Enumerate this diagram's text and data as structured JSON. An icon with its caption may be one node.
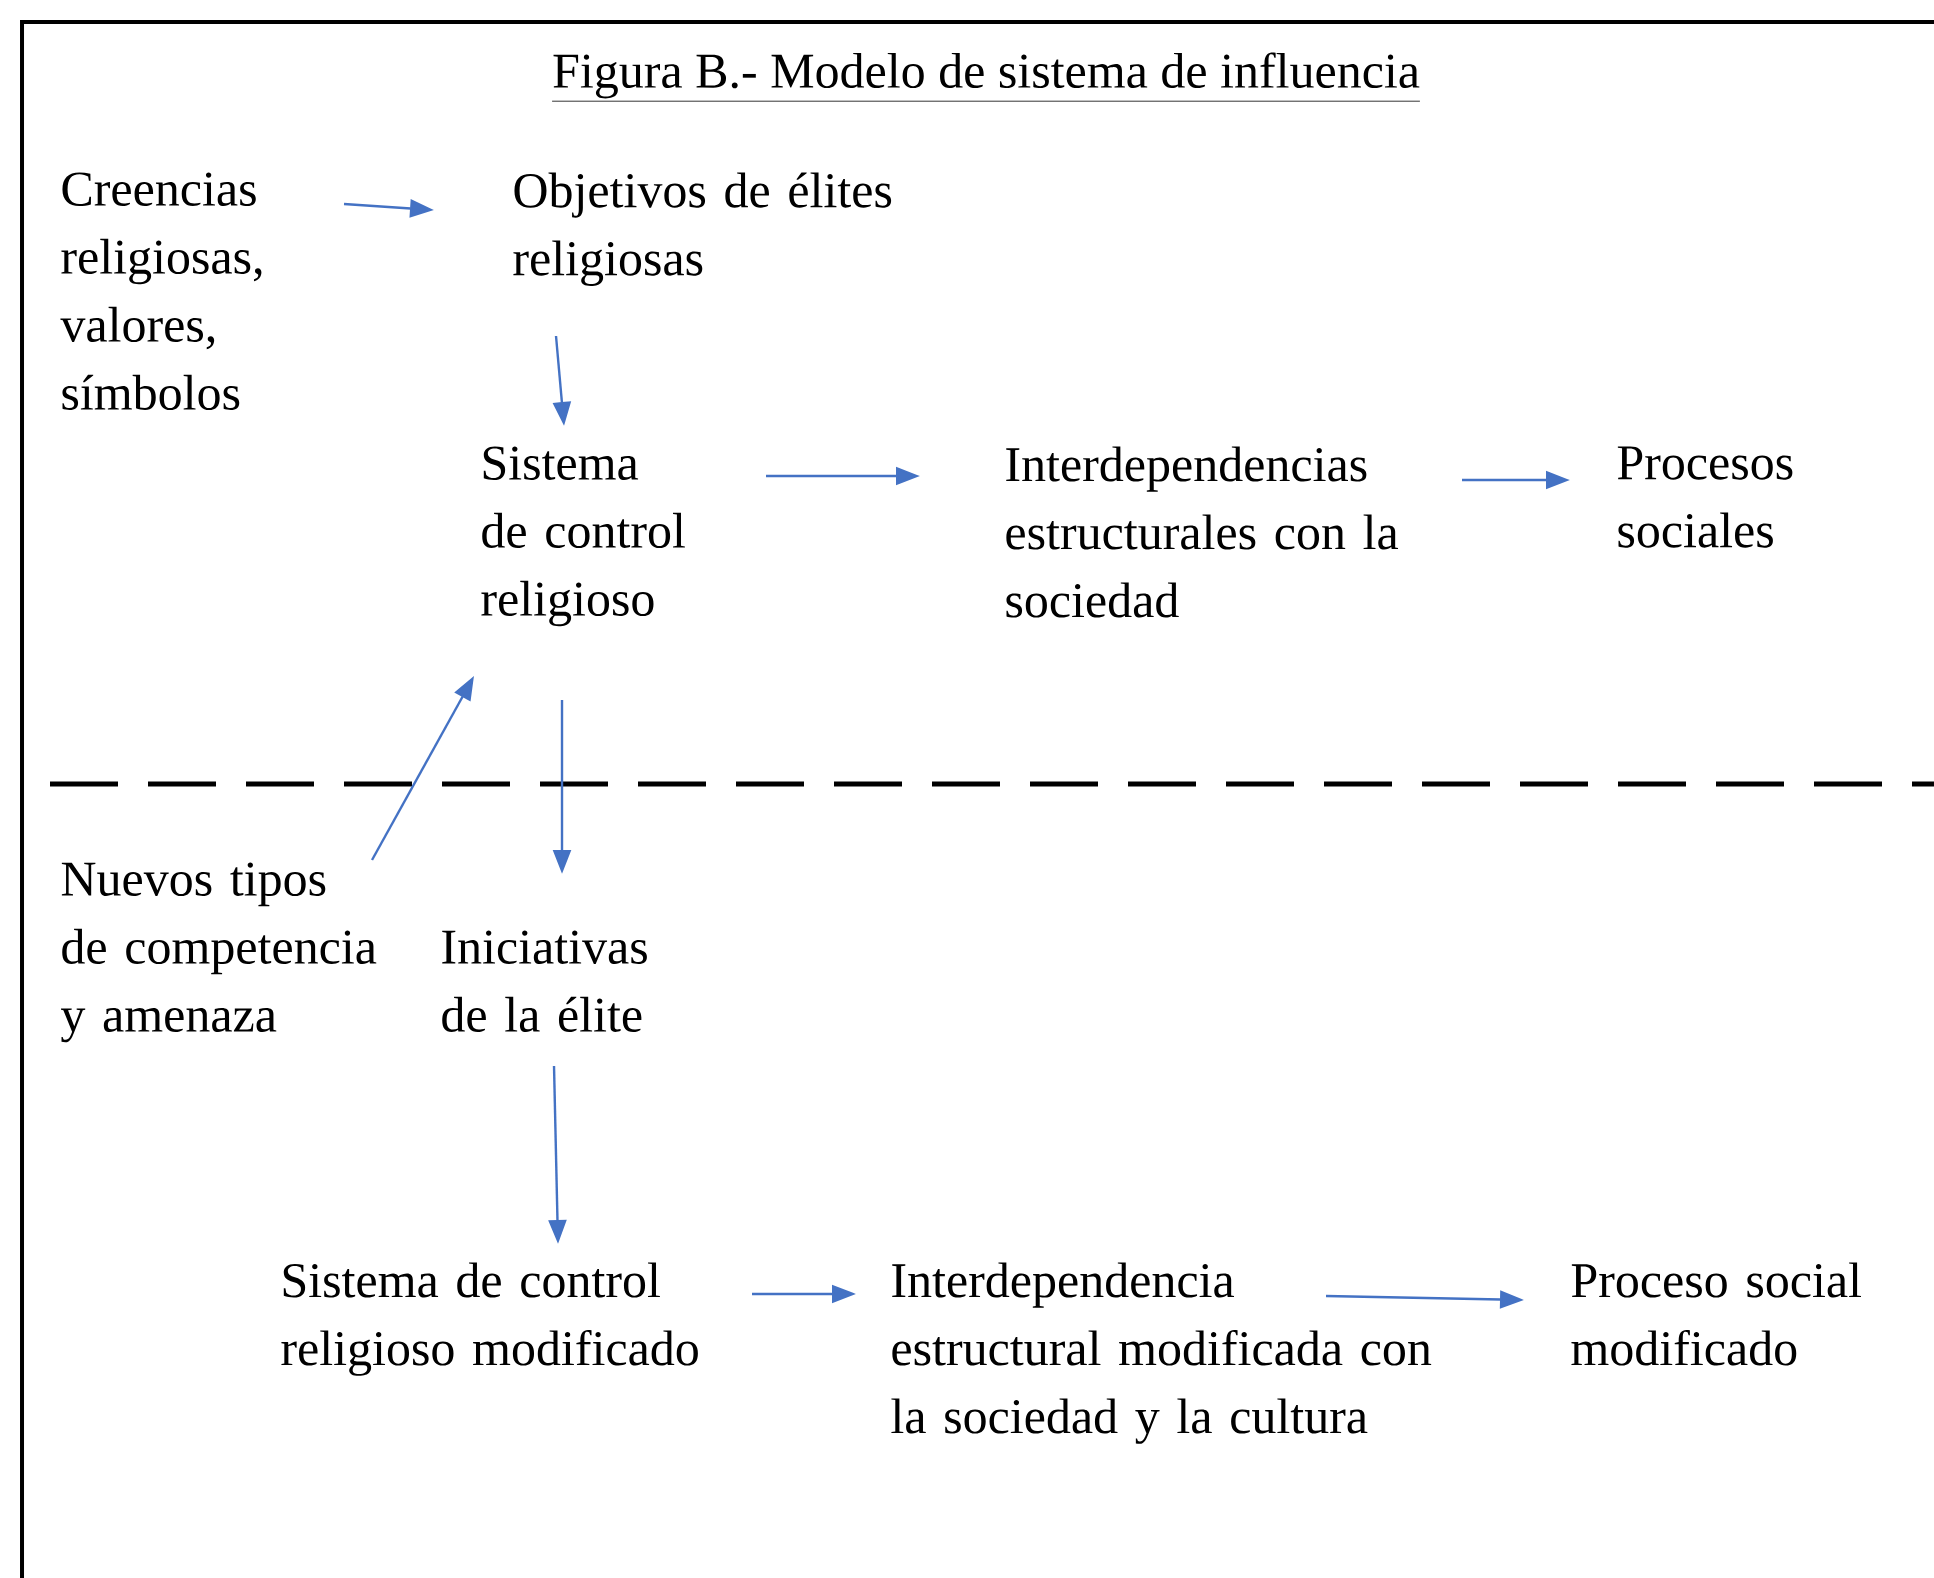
{
  "diagram": {
    "title": "Figura B.- Modelo de sistema de influencia",
    "nodes": [
      {
        "text": [
          "Creencias religiosas, valores, símbolos"
        ]
      },
      {
        "text": [
          "Objetivos de élites religiosas"
        ]
      },
      {
        "text": [
          "Sistema de control religioso"
        ]
      },
      {
        "text": [
          "Interdependencias estructurales con la sociedad"
        ]
      },
      {
        "text": [
          "Procesos sociales"
        ]
      },
      {
        "text": [
          "Nuevos tipos de competencia y amenaza"
        ]
      },
      {
        "text": [
          "Iniciativas de la élite"
        ]
      },
      {
        "text": [
          "Sistema de control religioso modificado"
        ]
      },
      {
        "text": [
          "Interdependencia estructural modificada con la sociedad y la cultura"
        ]
      },
      {
        "text": [
          "Proceso social modificado"
        ]
      }
    ],
    "edges": [
      {
        "from": 0,
        "to": 1,
        "arrow": "to"
      },
      {
        "from": 1,
        "to": 2,
        "arrow": "to"
      },
      {
        "from": 2,
        "to": 3,
        "arrow": "to"
      },
      {
        "from": 3,
        "to": 4,
        "arrow": "to"
      },
      {
        "from": 5,
        "to": 2,
        "arrow": "to"
      },
      {
        "from": 2,
        "to": 6,
        "arrow": "to"
      },
      {
        "from": 6,
        "to": 7,
        "arrow": "to"
      },
      {
        "from": 7,
        "to": 8,
        "arrow": "to"
      },
      {
        "from": 8,
        "to": 9,
        "arrow": "to"
      }
    ]
  }
}
